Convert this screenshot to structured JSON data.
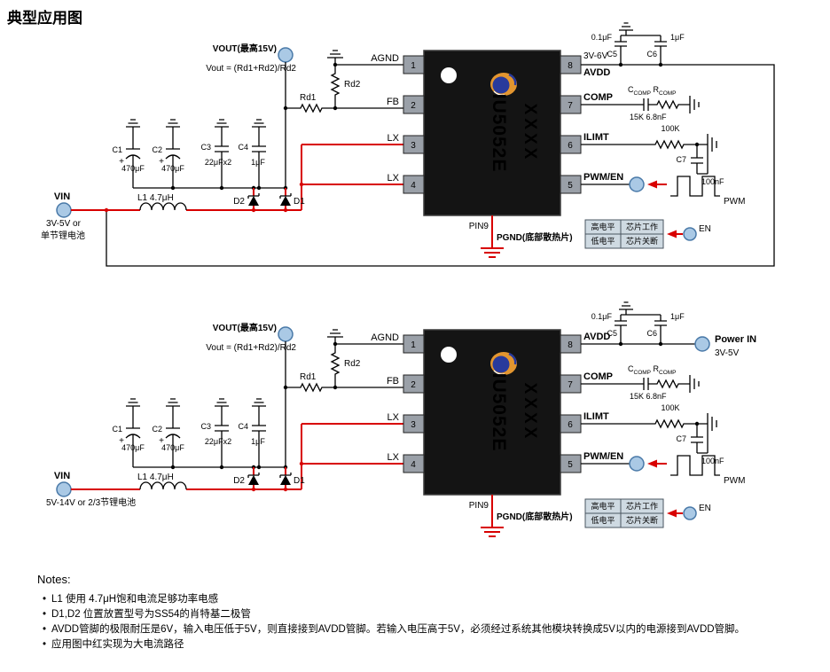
{
  "title": "典型应用图",
  "colors": {
    "wire_red": "#d80000",
    "terminal_fill": "#aac9e5",
    "terminal_stroke": "#4979a8",
    "chip_body": "#141414",
    "pin_box_gray": "#9aa0a8",
    "table_cell_fill": "#cfdae2"
  },
  "circuits": [
    {
      "vout_label": "VOUT(最高15V)",
      "vout_formula": "Vout = (Rd1+Rd2)/Rd2",
      "rd1": "Rd1",
      "rd2": "Rd2",
      "agnd": "AGND",
      "fb": "FB",
      "lx3": "LX",
      "lx4": "LX",
      "pin1": "1",
      "pin2": "2",
      "pin3": "3",
      "pin4": "4",
      "pin5": "5",
      "pin6": "6",
      "pin7": "7",
      "pin8": "8",
      "avdd": "AVDD",
      "avdd_note": "3V-6V",
      "comp": "COMP",
      "ilimt": "ILIMT",
      "pwmen": "PWM/EN",
      "chip_name": "IU5052E",
      "chip_sub": "XXXX",
      "pin9": "PIN9",
      "pgnd": "PGND(底部散热片)",
      "c1": "C1",
      "c1_val": "470μF",
      "c1_plus": "+",
      "c2": "C2",
      "c2_val": "470μF",
      "c2_plus": "+",
      "c3": "C3",
      "c3_val": "22μFx2",
      "c4": "C4",
      "c4_val": "1μF",
      "vin": "VIN",
      "vin_sub1": "3V-5V or",
      "vin_sub2": "单节锂电池",
      "l1": "L1 4.7μH",
      "d1": "D1",
      "d2": "D2",
      "c5": "C5",
      "c5_val": "0.1μF",
      "c6": "C6",
      "c6_val": "1μF",
      "comp_c": "C",
      "comp_c_sub": "COMP",
      "comp_r": " R",
      "comp_r_sub": "COMP",
      "comp_val": "15K 6.8nF",
      "ilimt_r_val": "100K",
      "c7": "C7",
      "c7_val": "100nF",
      "pwm": "PWM",
      "en": "EN",
      "table_r1c1": "高电平",
      "table_r1c2": "芯片工作",
      "table_r2c1": "低电平",
      "table_r2c2": "芯片关断"
    },
    {
      "vout_label": "VOUT(最高15V)",
      "vout_formula": "Vout = (Rd1+Rd2)/Rd2",
      "rd1": "Rd1",
      "rd2": "Rd2",
      "agnd": "AGND",
      "fb": "FB",
      "lx3": "LX",
      "lx4": "LX",
      "pin1": "1",
      "pin2": "2",
      "pin3": "3",
      "pin4": "4",
      "pin5": "5",
      "pin6": "6",
      "pin7": "7",
      "pin8": "8",
      "avdd": "AVDD",
      "power_in": "Power IN",
      "power_in_sub": "3V-5V",
      "comp": "COMP",
      "ilimt": "ILIMT",
      "pwmen": "PWM/EN",
      "chip_name": "IU5052E",
      "chip_sub": "XXXX",
      "pin9": "PIN9",
      "pgnd": "PGND(底部散热片)",
      "c1": "C1",
      "c1_val": "470μF",
      "c1_plus": "+",
      "c2": "C2",
      "c2_val": "470μF",
      "c2_plus": "+",
      "c3": "C3",
      "c3_val": "22μFx2",
      "c4": "C4",
      "c4_val": "1μF",
      "vin": "VIN",
      "vin_sub1": "5V-14V or 2/3节锂电池",
      "vin_sub2": "",
      "l1": "L1 4.7μH",
      "d1": "D1",
      "d2": "D2",
      "c5": "C5",
      "c5_val": "0.1μF",
      "c6": "C6",
      "c6_val": "1μF",
      "comp_c": "C",
      "comp_c_sub": "COMP",
      "comp_r": " R",
      "comp_r_sub": "COMP",
      "comp_val": "15K 6.8nF",
      "ilimt_r_val": "100K",
      "c7": "C7",
      "c7_val": "100nF",
      "pwm": "PWM",
      "en": "EN",
      "table_r1c1": "高电平",
      "table_r1c2": "芯片工作",
      "table_r2c1": "低电平",
      "table_r2c2": "芯片关断"
    }
  ],
  "notes": {
    "heading": "Notes:",
    "bullet": "•",
    "items": [
      "L1 使用 4.7μH饱和电流足够功率电感",
      "D1,D2 位置放置型号为SS54的肖特基二极管",
      "AVDD管脚的极限耐压是6V，输入电压低于5V，则直接接到AVDD管脚。若输入电压高于5V，必须经过系统其他模块转换成5V以内的电源接到AVDD管脚。",
      "应用图中红实现为大电流路径"
    ]
  }
}
